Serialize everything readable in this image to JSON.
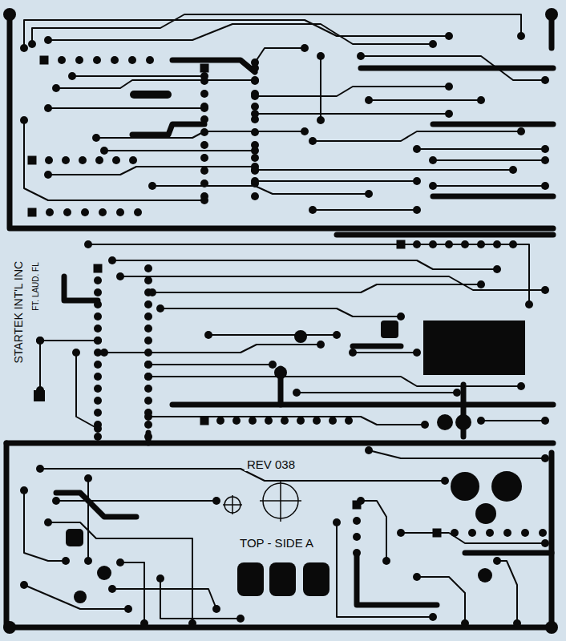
{
  "diagram": {
    "labels": [
      "STARTEK INT'L INC",
      "FT. LAUD. FL",
      "REV 038",
      "TOP - SIDE A"
    ]
  }
}
